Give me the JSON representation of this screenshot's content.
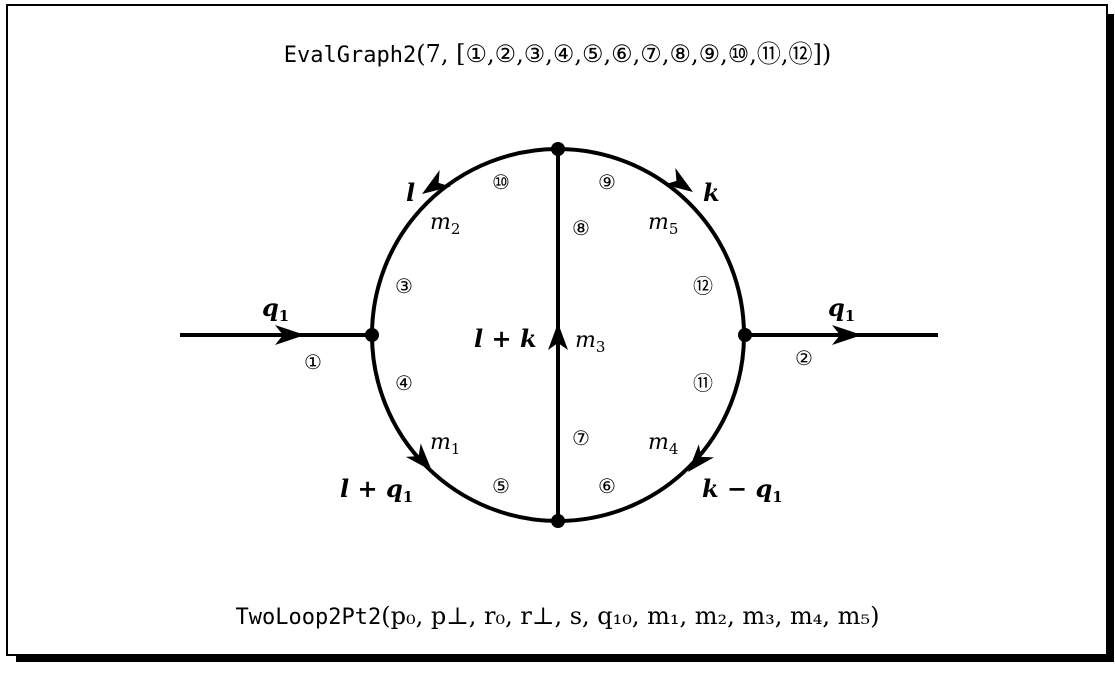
{
  "header": {
    "function_name": "EvalGraph2",
    "args": "(7, [①,②,③,④,⑤,⑥,⑦,⑧,⑨,⑩,⑪,⑫])"
  },
  "footer": {
    "function_name": "TwoLoop2Pt2",
    "args": "(p₀, p⊥, r₀, r⊥, s, q₁₀, m₁, m₂, m₃, m₄, m₅)"
  },
  "edges": {
    "e1": "①",
    "e2": "②",
    "e3": "③",
    "e4": "④",
    "e5": "⑤",
    "e6": "⑥",
    "e7": "⑦",
    "e8": "⑧",
    "e9": "⑨",
    "e10": "⑩",
    "e11": "⑪",
    "e12": "⑫"
  },
  "momenta": {
    "q1_left": "q",
    "q1_left_sub": "1",
    "q1_right": "q",
    "q1_right_sub": "1",
    "l": "l",
    "k": "k",
    "l_plus_k": "l + k",
    "l_plus_q1": "l + q",
    "l_plus_q1_sub": "1",
    "k_minus_q1": "k − q",
    "k_minus_q1_sub": "1"
  },
  "masses": {
    "m1": "m",
    "m1_sub": "1",
    "m2": "m",
    "m2_sub": "2",
    "m3": "m",
    "m3_sub": "3",
    "m4": "m",
    "m4_sub": "4",
    "m5": "m",
    "m5_sub": "5"
  }
}
